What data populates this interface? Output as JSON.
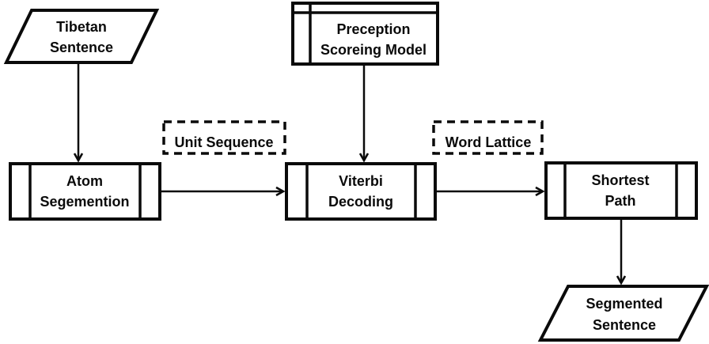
{
  "diagram": {
    "type": "flowchart",
    "background": "#ffffff",
    "stroke_color": "#000000",
    "nodes": {
      "tibetan_sentence": {
        "shape": "parallelogram",
        "lines": [
          "Tibetan",
          "Sentence"
        ]
      },
      "preception_scoring_model": {
        "shape": "internal-storage",
        "lines": [
          "Preception",
          "Scoreing Model"
        ]
      },
      "unit_sequence": {
        "shape": "dashed-rectangle",
        "lines": [
          "Unit Sequence"
        ]
      },
      "word_lattice": {
        "shape": "dashed-rectangle",
        "lines": [
          "Word Lattice"
        ]
      },
      "atom_segmention": {
        "shape": "subroutine",
        "lines": [
          "Atom",
          "Segemention"
        ]
      },
      "viterbi_decoding": {
        "shape": "subroutine",
        "lines": [
          "Viterbi",
          "Decoding"
        ]
      },
      "shortest_path": {
        "shape": "subroutine",
        "lines": [
          "Shortest",
          "Path"
        ]
      },
      "segmented_sentence": {
        "shape": "parallelogram",
        "lines": [
          "Segmented",
          "Sentence"
        ]
      }
    },
    "edges": [
      {
        "from": "tibetan_sentence",
        "to": "atom_segmention",
        "direction": "down"
      },
      {
        "from": "preception_scoring_model",
        "to": "viterbi_decoding",
        "direction": "down"
      },
      {
        "from": "atom_segmention",
        "to": "viterbi_decoding",
        "direction": "right",
        "label": "Unit Sequence"
      },
      {
        "from": "viterbi_decoding",
        "to": "shortest_path",
        "direction": "right",
        "label": "Word Lattice"
      },
      {
        "from": "shortest_path",
        "to": "segmented_sentence",
        "direction": "down"
      }
    ]
  }
}
